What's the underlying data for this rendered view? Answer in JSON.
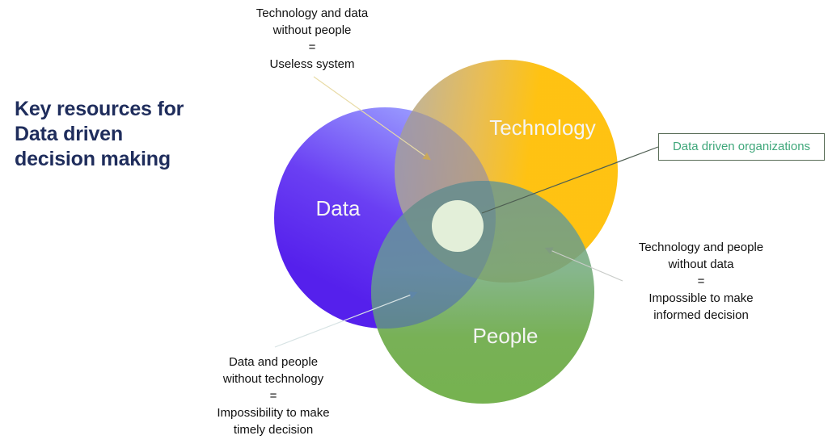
{
  "title": {
    "lines": [
      "Key resources for",
      "Data driven",
      "decision making"
    ],
    "color": "#1f2d5c"
  },
  "circles": {
    "data": {
      "label": "Data",
      "color_light": "#8f8fff",
      "color_dark": "#5a22ee"
    },
    "technology": {
      "label": "Technology",
      "color_light": "#c9b48a",
      "color_dark": "#ffbf00"
    },
    "people": {
      "label": "People",
      "color_light": "#7aaf8a",
      "color_dark": "#6aab40"
    },
    "center": {
      "color": "#e3efd9"
    }
  },
  "callouts": {
    "technology_data": {
      "lines": [
        "Technology and data",
        "without people",
        "=",
        "Useless system"
      ]
    },
    "technology_people": {
      "lines": [
        "Technology and people",
        "without data",
        "=",
        "Impossible to make",
        "informed decision"
      ]
    },
    "data_people": {
      "lines": [
        "Data and people",
        "without technology",
        "=",
        "Impossibility to make",
        "timely decision"
      ]
    },
    "center": {
      "label": "Data driven organizations",
      "color": "#3fa77a"
    }
  }
}
